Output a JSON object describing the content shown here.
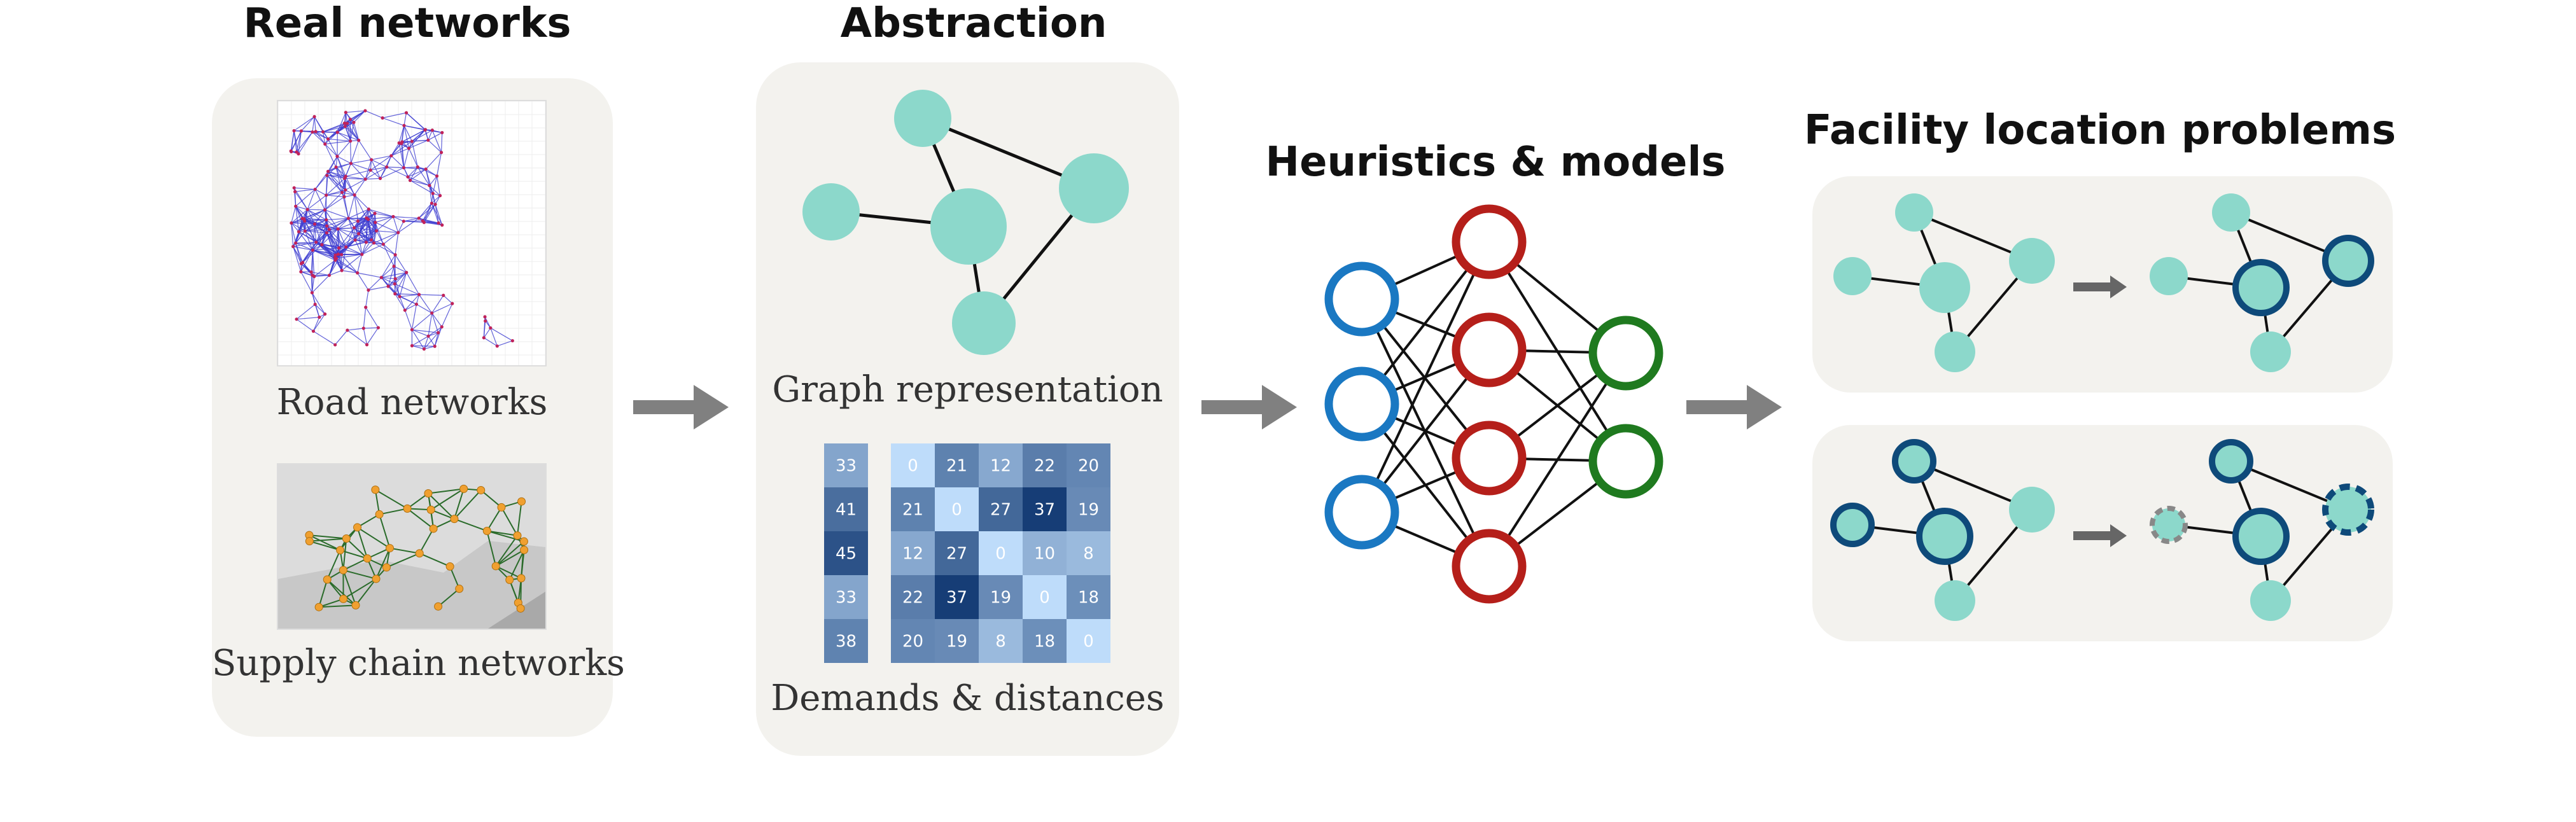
{
  "sections": {
    "real_networks": {
      "title": "Real networks",
      "road_caption": "Road networks",
      "supply_caption": "Supply chain networks"
    },
    "abstraction": {
      "title": "Abstraction",
      "graph_caption": "Graph representation",
      "matrix_caption": "Demands & distances"
    },
    "heuristics": {
      "title": "Heuristics & models"
    },
    "facility": {
      "title": "Facility location problems"
    }
  },
  "demands": [
    33,
    41,
    45,
    33,
    38
  ],
  "distances": [
    [
      0,
      21,
      12,
      22,
      20
    ],
    [
      21,
      0,
      27,
      37,
      19
    ],
    [
      12,
      27,
      0,
      10,
      8
    ],
    [
      22,
      37,
      19,
      0,
      18
    ],
    [
      20,
      19,
      8,
      18,
      0
    ]
  ],
  "colors": {
    "panel": "#f3f2ee",
    "node_teal": "#8cd8cb",
    "facility_border": "#0e4a7a",
    "nn_input": "#1a78c2",
    "nn_hidden": "#b51f1a",
    "nn_output": "#1f7a1f",
    "arrow": "#808080"
  }
}
